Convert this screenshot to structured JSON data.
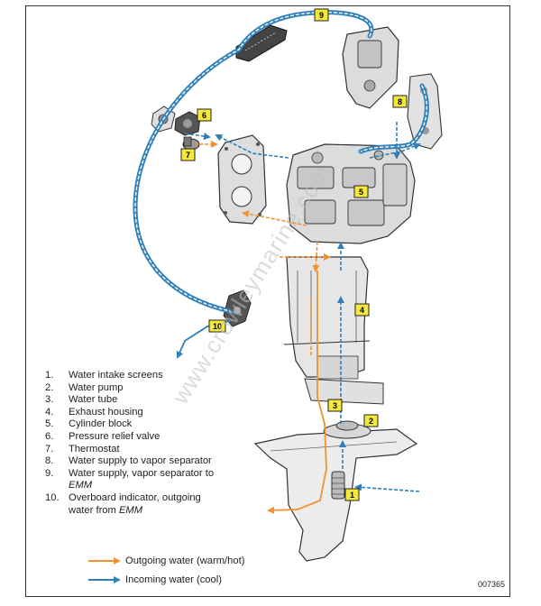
{
  "callouts": [
    "1",
    "2",
    "3",
    "4",
    "5",
    "6",
    "7",
    "8",
    "9",
    "10"
  ],
  "legend": [
    {
      "num": "1.",
      "text": "Water intake screens"
    },
    {
      "num": "2.",
      "text": "Water pump"
    },
    {
      "num": "3.",
      "text": "Water tube"
    },
    {
      "num": "4.",
      "text": "Exhaust housing"
    },
    {
      "num": "5.",
      "text": "Cylinder block"
    },
    {
      "num": "6.",
      "text": "Pressure relief valve"
    },
    {
      "num": "7.",
      "text": "Thermostat"
    },
    {
      "num": "8.",
      "text": "Water supply to vapor separator"
    },
    {
      "num": "9.",
      "text": "Water supply, vapor separator to ",
      "em": "EMM"
    },
    {
      "num": "10.",
      "text": "Overboard indicator, outgoing water from ",
      "em": "EMM"
    }
  ],
  "flow_key": {
    "outgoing": "Outgoing water (warm/hot)",
    "incoming": "Incoming water (cool)"
  },
  "watermark": "www.crowleymarine.com",
  "figure_id": "007365",
  "colors": {
    "outgoing": "#f0922f",
    "incoming": "#2f7fb9",
    "callout_fill": "#f4e83a",
    "part": "#e8e8e8",
    "part_stroke": "#333333"
  }
}
